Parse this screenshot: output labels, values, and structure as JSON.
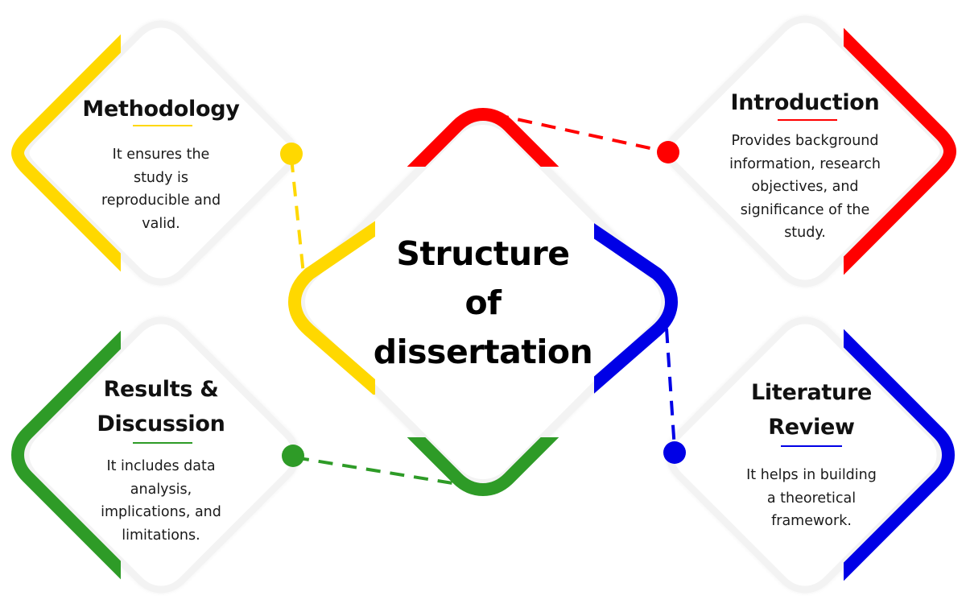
{
  "center": {
    "title_lines": [
      "Structure",
      "of",
      "dissertation"
    ]
  },
  "cards": {
    "methodology": {
      "heading": "Methodology",
      "description_lines": [
        "It ensures the",
        "study is",
        "reproducible and",
        "valid."
      ],
      "color": "#ffd800"
    },
    "introduction": {
      "heading": "Introduction",
      "description_lines": [
        "Provides background",
        "information, research",
        "objectives, and",
        "significance of the",
        "study."
      ],
      "color": "#ff0000"
    },
    "results": {
      "heading_lines": [
        "Results &",
        "Discussion"
      ],
      "description_lines": [
        "It includes data",
        "analysis,",
        "implications, and",
        "limitations."
      ],
      "color": "#2e9b27"
    },
    "literature": {
      "heading_lines": [
        "Literature",
        "Review"
      ],
      "description_lines": [
        "It helps in building",
        "a theoretical",
        "framework."
      ],
      "color": "#0000e6"
    }
  }
}
